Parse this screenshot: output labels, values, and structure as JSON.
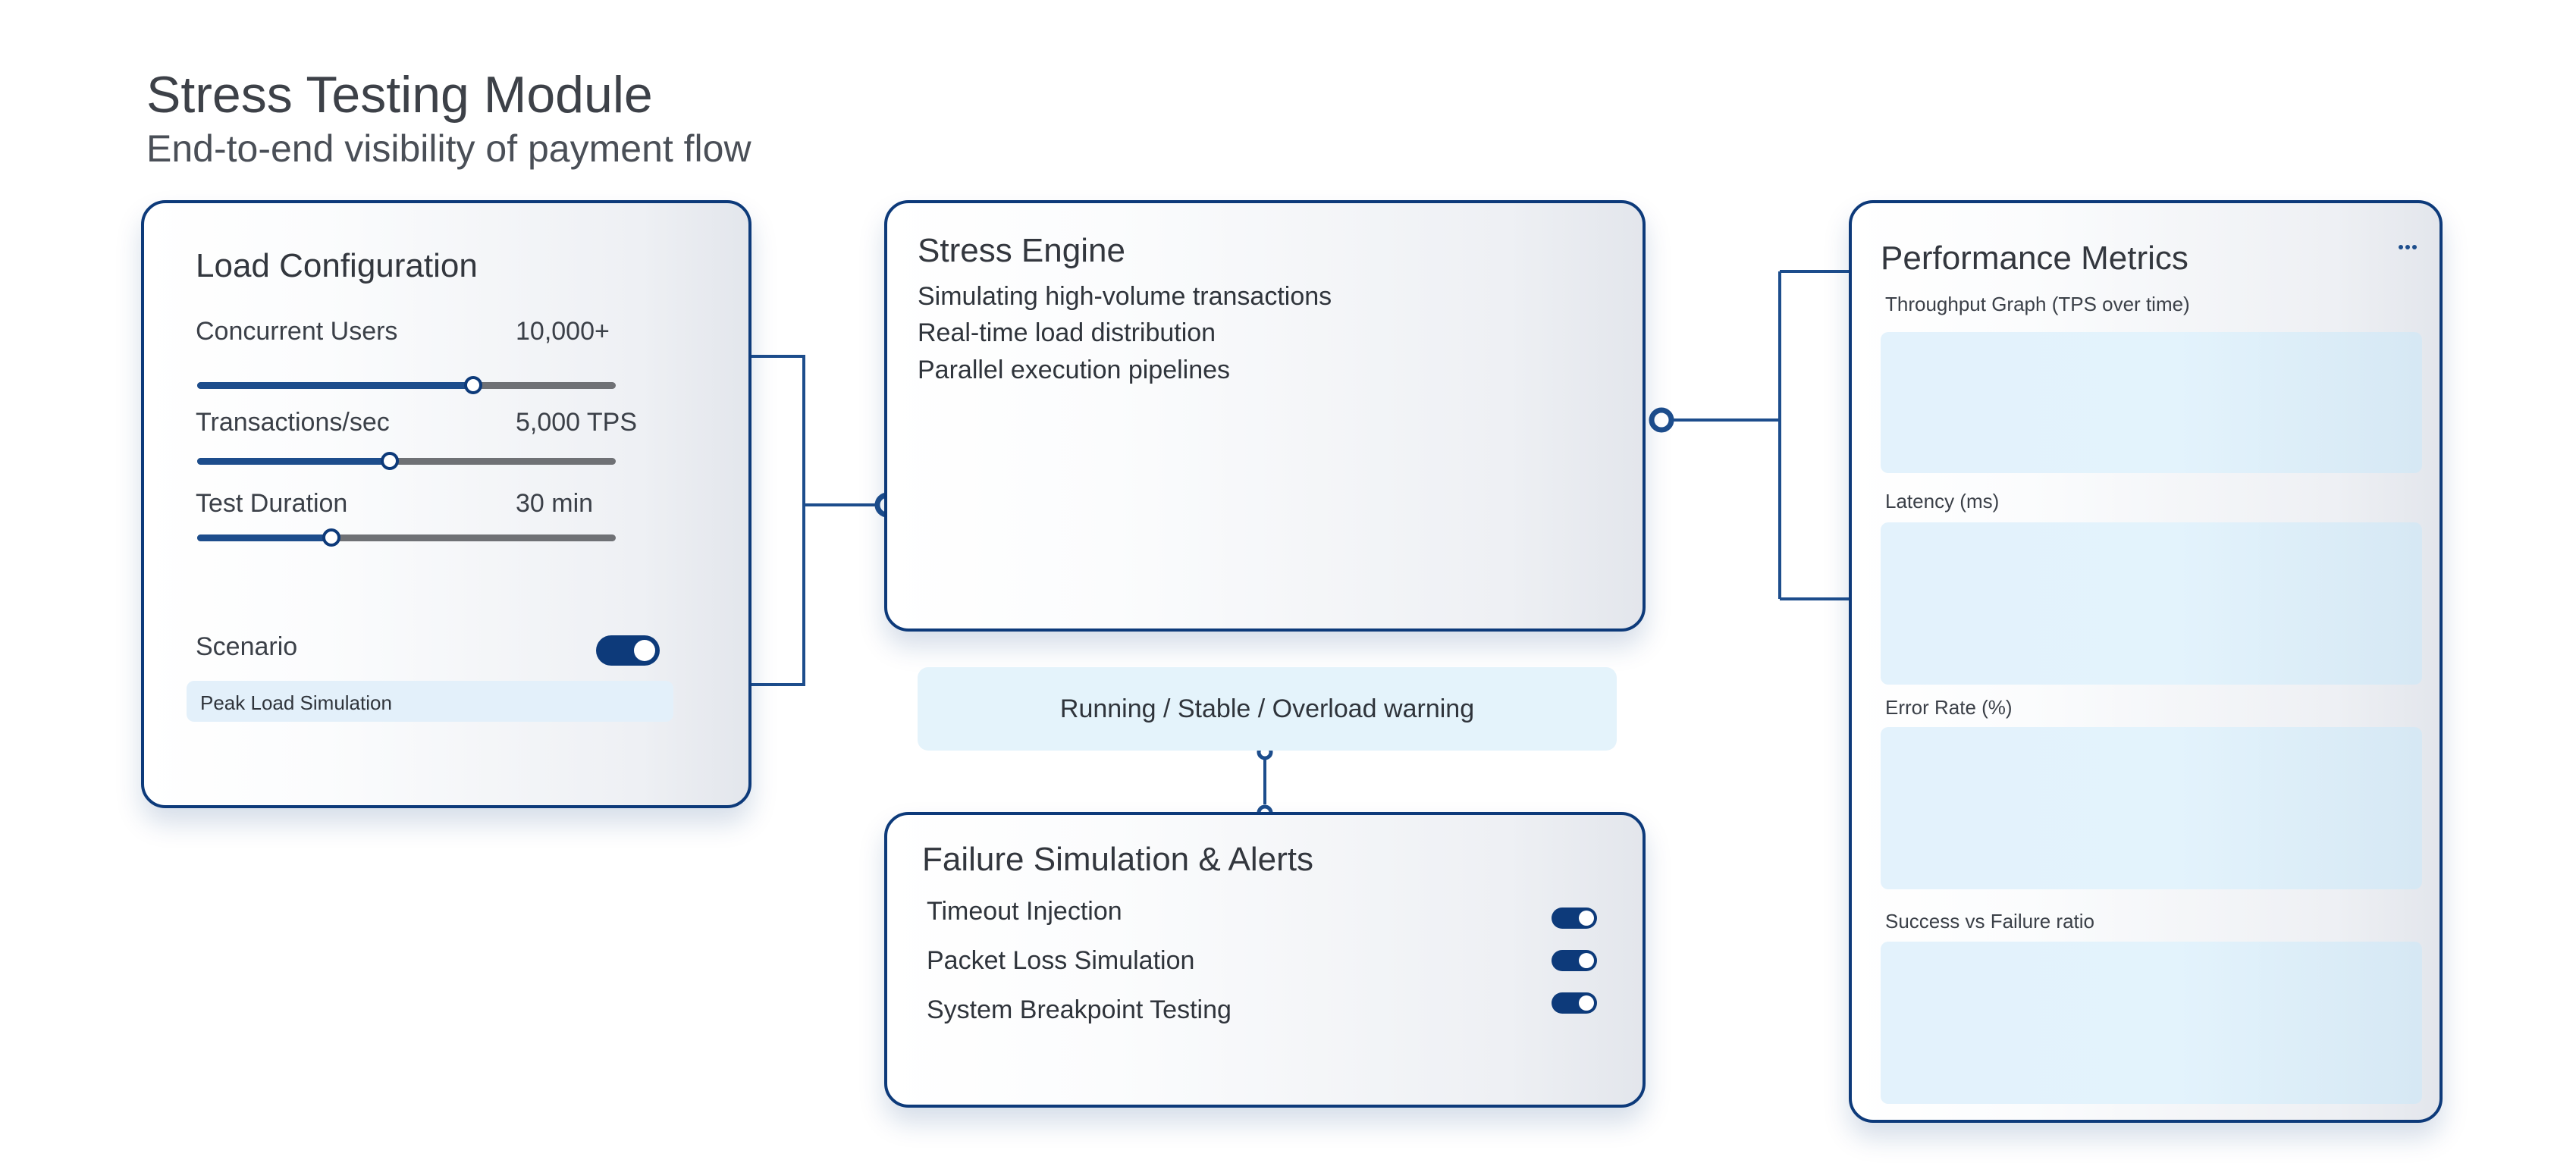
{
  "header": {
    "title": "Stress Testing Module",
    "subtitle": "End-to-end visibility of payment flow"
  },
  "load_config": {
    "title": "Load Configuration",
    "sliders": [
      {
        "label": "Concurrent Users",
        "value": "10,000+",
        "level": 0.66
      },
      {
        "label": "Transactions/sec",
        "value": "5,000 TPS",
        "level": 0.46
      },
      {
        "label": "Test Duration",
        "value": "30 min",
        "level": 0.32
      }
    ],
    "scenario_label": "Scenario",
    "scenario_enabled": true,
    "scenario_value": "Peak Load Simulation"
  },
  "engine": {
    "title": "Stress Engine",
    "lines": [
      "Simulating high-volume transactions",
      "Real-time load distribution",
      "Parallel execution pipelines"
    ]
  },
  "status": {
    "text": "Running / Stable / Overload warning"
  },
  "failure": {
    "title": "Failure Simulation & Alerts",
    "items": [
      {
        "label": "Timeout Injection",
        "enabled": true
      },
      {
        "label": "Packet Loss Simulation",
        "enabled": true
      },
      {
        "label": "System Breakpoint Testing",
        "enabled": true
      }
    ]
  },
  "metrics": {
    "title": "Performance Metrics",
    "graphs": [
      {
        "label": "Throughput Graph (TPS over time)"
      },
      {
        "label": "Latency (ms)"
      },
      {
        "label": "Error Rate (%)"
      },
      {
        "label": "Success vs Failure ratio"
      }
    ]
  },
  "colors": {
    "accent": "#0d3a7a",
    "card_border": "#0d3a7a",
    "panel_fill": "#e4f3fb",
    "slider_track": "#6f7175"
  }
}
